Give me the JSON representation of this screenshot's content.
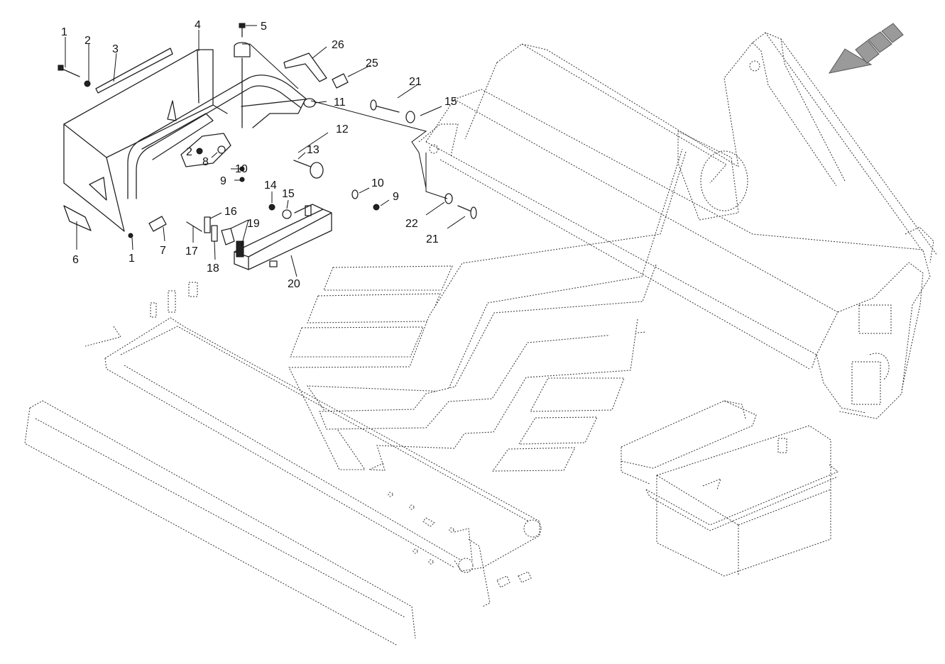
{
  "diagram": {
    "callouts": [
      {
        "id": "c1a",
        "text": "1"
      },
      {
        "id": "c2a",
        "text": "2"
      },
      {
        "id": "c3",
        "text": "3"
      },
      {
        "id": "c4",
        "text": "4"
      },
      {
        "id": "c5",
        "text": "5"
      },
      {
        "id": "c26",
        "text": "26"
      },
      {
        "id": "c25",
        "text": "25"
      },
      {
        "id": "c11",
        "text": "11"
      },
      {
        "id": "c21a",
        "text": "21"
      },
      {
        "id": "c15a",
        "text": "15"
      },
      {
        "id": "c12",
        "text": "12"
      },
      {
        "id": "c2b",
        "text": "2"
      },
      {
        "id": "c8",
        "text": "8"
      },
      {
        "id": "c13",
        "text": "13"
      },
      {
        "id": "c10a",
        "text": "10"
      },
      {
        "id": "c9a",
        "text": "9"
      },
      {
        "id": "c14",
        "text": "14"
      },
      {
        "id": "c15b",
        "text": "15"
      },
      {
        "id": "c10b",
        "text": "10"
      },
      {
        "id": "c9b",
        "text": "9"
      },
      {
        "id": "c22",
        "text": "22"
      },
      {
        "id": "c21b",
        "text": "21"
      },
      {
        "id": "c16",
        "text": "16"
      },
      {
        "id": "c19",
        "text": "19"
      },
      {
        "id": "c6",
        "text": "6"
      },
      {
        "id": "c1b",
        "text": "1"
      },
      {
        "id": "c7",
        "text": "7"
      },
      {
        "id": "c17",
        "text": "17"
      },
      {
        "id": "c18",
        "text": "18"
      },
      {
        "id": "c20",
        "text": "20"
      }
    ],
    "direction_icon": "travel-direction-arrow-icon",
    "watermark": "manufacturer-logo-watermark"
  }
}
